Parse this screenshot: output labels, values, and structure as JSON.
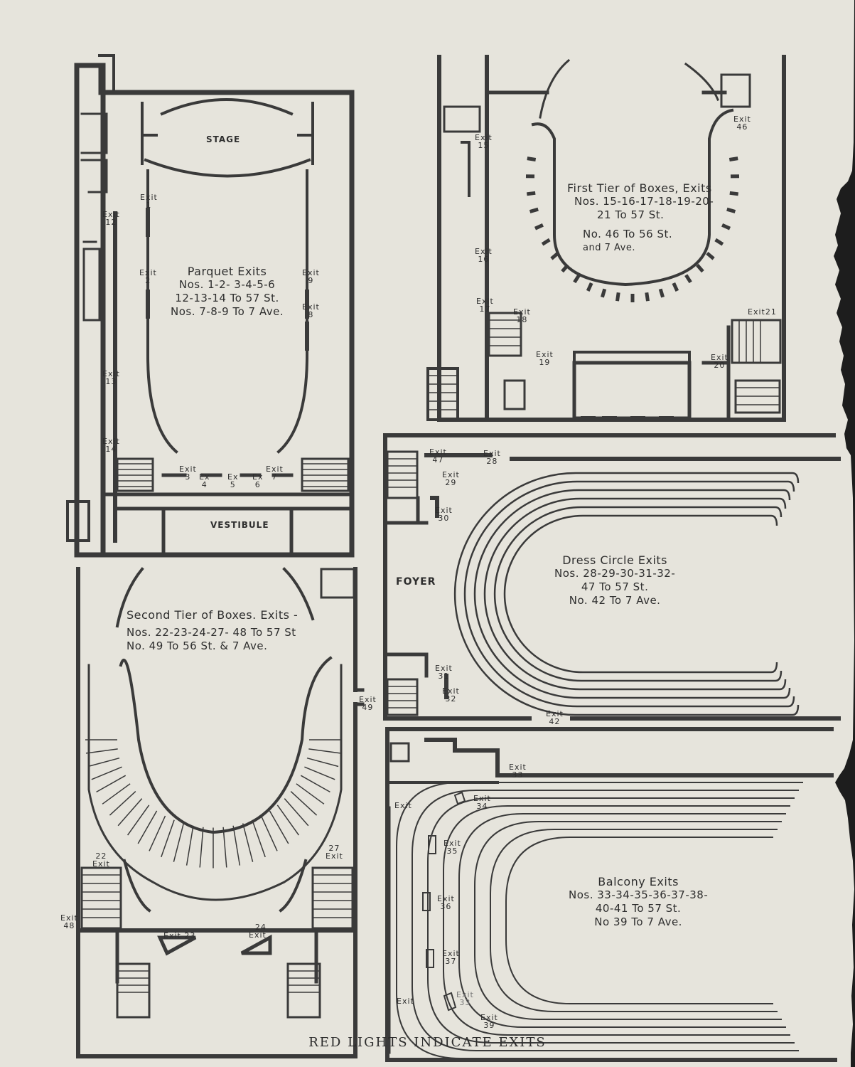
{
  "footer": "RED LIGHTS INDICATE EXITS",
  "colors": {
    "paper": "#e6e4dc",
    "ink": "#3a3a3a"
  },
  "rooms": {
    "stage": "STAGE",
    "vestibule": "VESTIBULE",
    "foyer": "FOYER"
  },
  "parquet": {
    "title": "Parquet Exits",
    "lines": [
      "Nos. 1-2- 3-4-5-6",
      "12-13-14 To 57 St.",
      "Nos. 7-8-9 To 7 Ave."
    ]
  },
  "first_tier": {
    "title": "First Tier of Boxes, Exits",
    "lines": [
      "Nos. 15-16-17-18-19-20-",
      "21 To 57 St.",
      "No. 46 To 56 St.",
      "and 7 Ave."
    ]
  },
  "second_tier": {
    "title": "Second Tier of Boxes. Exits -",
    "lines": [
      "Nos. 22-23-24-27- 48 To 57 St",
      "No. 49 To 56 St. & 7 Ave."
    ]
  },
  "dress_circle": {
    "title": "Dress Circle Exits",
    "lines": [
      "Nos. 28-29-30-31-32-",
      "47 To 57 St.",
      "No. 42 To 7 Ave."
    ]
  },
  "balcony": {
    "title": "Balcony Exits",
    "lines": [
      "Nos. 33-34-35-36-37-38-",
      "40-41 To 57 St.",
      "No 39 To 7 Ave."
    ]
  },
  "exit_word": "Exit",
  "ex_word": "Ex",
  "exits": {
    "e1": "1",
    "e2": "2",
    "e3": "3",
    "e4": "4",
    "e5": "5",
    "e6": "6",
    "e7": "7",
    "e8": "8",
    "e9": "9",
    "e12": "12",
    "e13": "13",
    "e14": "14",
    "e15": "15",
    "e16": "16",
    "e17": "17",
    "e18": "18",
    "e19": "19",
    "e20": "20",
    "e21": "21",
    "e22": "22",
    "e23": "23",
    "e24": "24",
    "e27": "27",
    "e28": "28",
    "e29": "29",
    "e30": "30",
    "e31": "31",
    "e32": "32",
    "e33": "33",
    "e34": "34",
    "e35": "35",
    "e36": "36",
    "e37": "37",
    "e38": "33",
    "e39": "39",
    "e42": "42",
    "e46": "46",
    "e47": "47",
    "e48": "48",
    "e49": "49"
  }
}
